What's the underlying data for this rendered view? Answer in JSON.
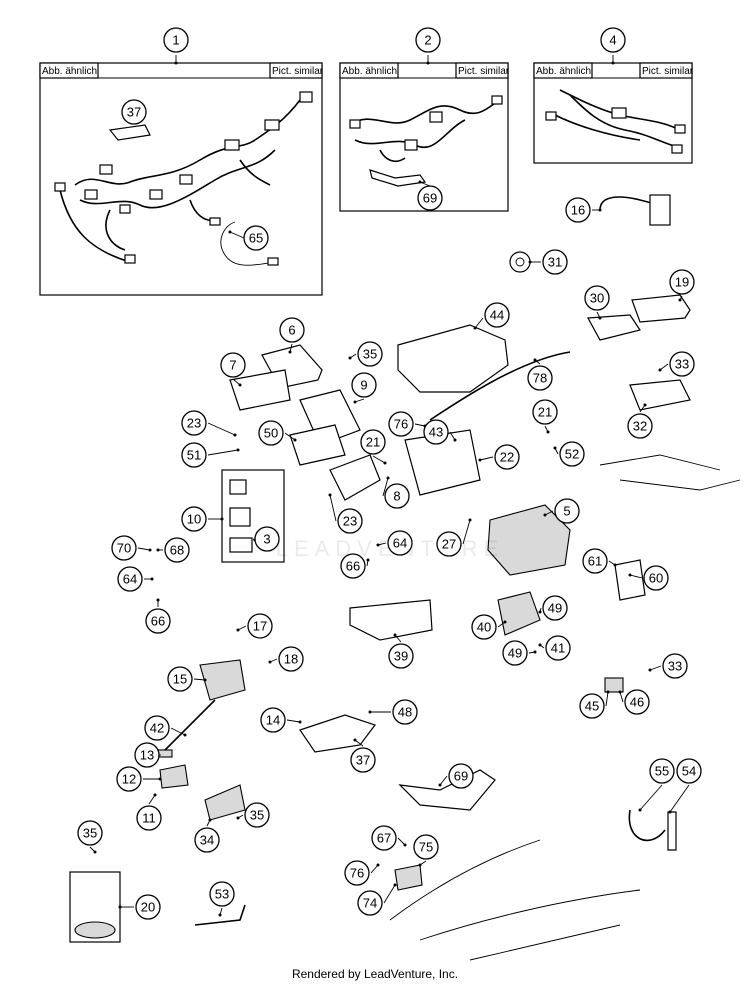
{
  "box_headers": {
    "left": "Abb. ähnlich",
    "right": "Pict. similar"
  },
  "watermark": "LEADVENTURE",
  "footer": "Rendered by LeadVenture, Inc.",
  "callouts": [
    "1",
    "2",
    "4",
    "37",
    "65",
    "69",
    "16",
    "31",
    "19",
    "30",
    "6",
    "44",
    "35",
    "33",
    "7",
    "9",
    "78",
    "32",
    "76",
    "43",
    "21",
    "52",
    "23",
    "22",
    "50",
    "21",
    "51",
    "8",
    "23",
    "10",
    "3",
    "5",
    "64",
    "70",
    "68",
    "66",
    "64",
    "27",
    "61",
    "60",
    "66",
    "49",
    "40",
    "39",
    "49",
    "41",
    "17",
    "18",
    "15",
    "33",
    "42",
    "14",
    "48",
    "45",
    "46",
    "13",
    "37",
    "69",
    "12",
    "35",
    "54",
    "55",
    "11",
    "34",
    "35",
    "67",
    "75",
    "76",
    "20",
    "74",
    "53"
  ]
}
